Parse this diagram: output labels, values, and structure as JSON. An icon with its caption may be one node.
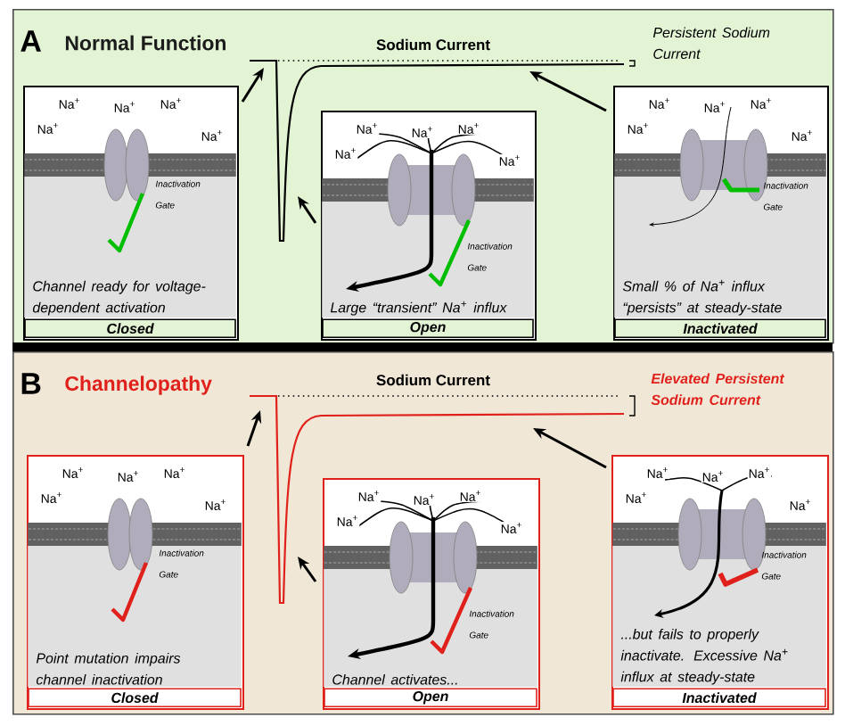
{
  "diagram": {
    "nodes": [
      {
        "text": [
          "A",
          "Normal Function"
        ]
      },
      {
        "text": [
          "Sodium Current",
          "Persistent Sodium Current"
        ],
        "in": 0
      },
      {
        "text": [
          "Na$^{+}$",
          "Na$^{+}$",
          "Na$^{+}$",
          "Na$^{+}$",
          "Na$^{+}$",
          "Inactivation Gate",
          "Channel ready for voltage-dependent activation",
          "Closed"
        ],
        "in": 0
      },
      {
        "text": [
          "Na$^{+}$",
          "Na$^{+}$",
          "Na$^{+}$",
          "Na$^{+}$",
          "Na$^{+}$",
          "Inactivation Gate",
          "Large “transient” Na$^{+}$ influx",
          "Open"
        ],
        "in": 0
      },
      {
        "text": [
          "Na$^{+}$",
          "Na$^{+}$",
          "Na$^{+}$",
          "Na$^{+}$",
          "Na$^{+}$",
          "Inactivation Gate",
          "Small % of Na$^{+}$ influx “persists” at steady-state",
          "Inactivated"
        ],
        "in": 0
      },
      {
        "text": [
          "B",
          "Channelopathy"
        ]
      },
      {
        "text": [
          "Sodium Current",
          "Elevated Persistent Sodium Current"
        ],
        "in": 5
      },
      {
        "text": [
          "Na$^{+}$",
          "Na$^{+}$",
          "Na$^{+}$",
          "Na$^{+}$",
          "Na$^{+}$",
          "Inactivation Gate",
          "Point mutation impairs channel inactivation",
          "Closed"
        ],
        "in": 5
      },
      {
        "text": [
          "Na$^{+}$",
          "Na$^{+}$",
          "Na$^{+}$",
          "Na$^{+}$",
          "Na$^{+}$",
          "Inactivation Gate",
          "Channel activates...",
          "Open"
        ],
        "in": 5
      },
      {
        "text": [
          "Na$^{+}$",
          "Na$^{+}$",
          "Na$^{+}$",
          "Na$^{+}$",
          "Na$^{+}$",
          "Inactivation Gate",
          "...but fails to properly inactivate. Excessive Na$^{+}$ influx at steady-state",
          "Inactivated"
        ],
        "in": 5
      }
    ],
    "edges": [
      {
        "from": 2,
        "to": 1,
        "arrow": "to"
      },
      {
        "from": 3,
        "to": 1,
        "arrow": "to"
      },
      {
        "from": 4,
        "to": 1,
        "arrow": "to"
      },
      {
        "from": 7,
        "to": 6,
        "arrow": "to"
      },
      {
        "from": 8,
        "to": 6,
        "arrow": "to"
      },
      {
        "from": 9,
        "to": 6,
        "arrow": "to"
      }
    ]
  }
}
